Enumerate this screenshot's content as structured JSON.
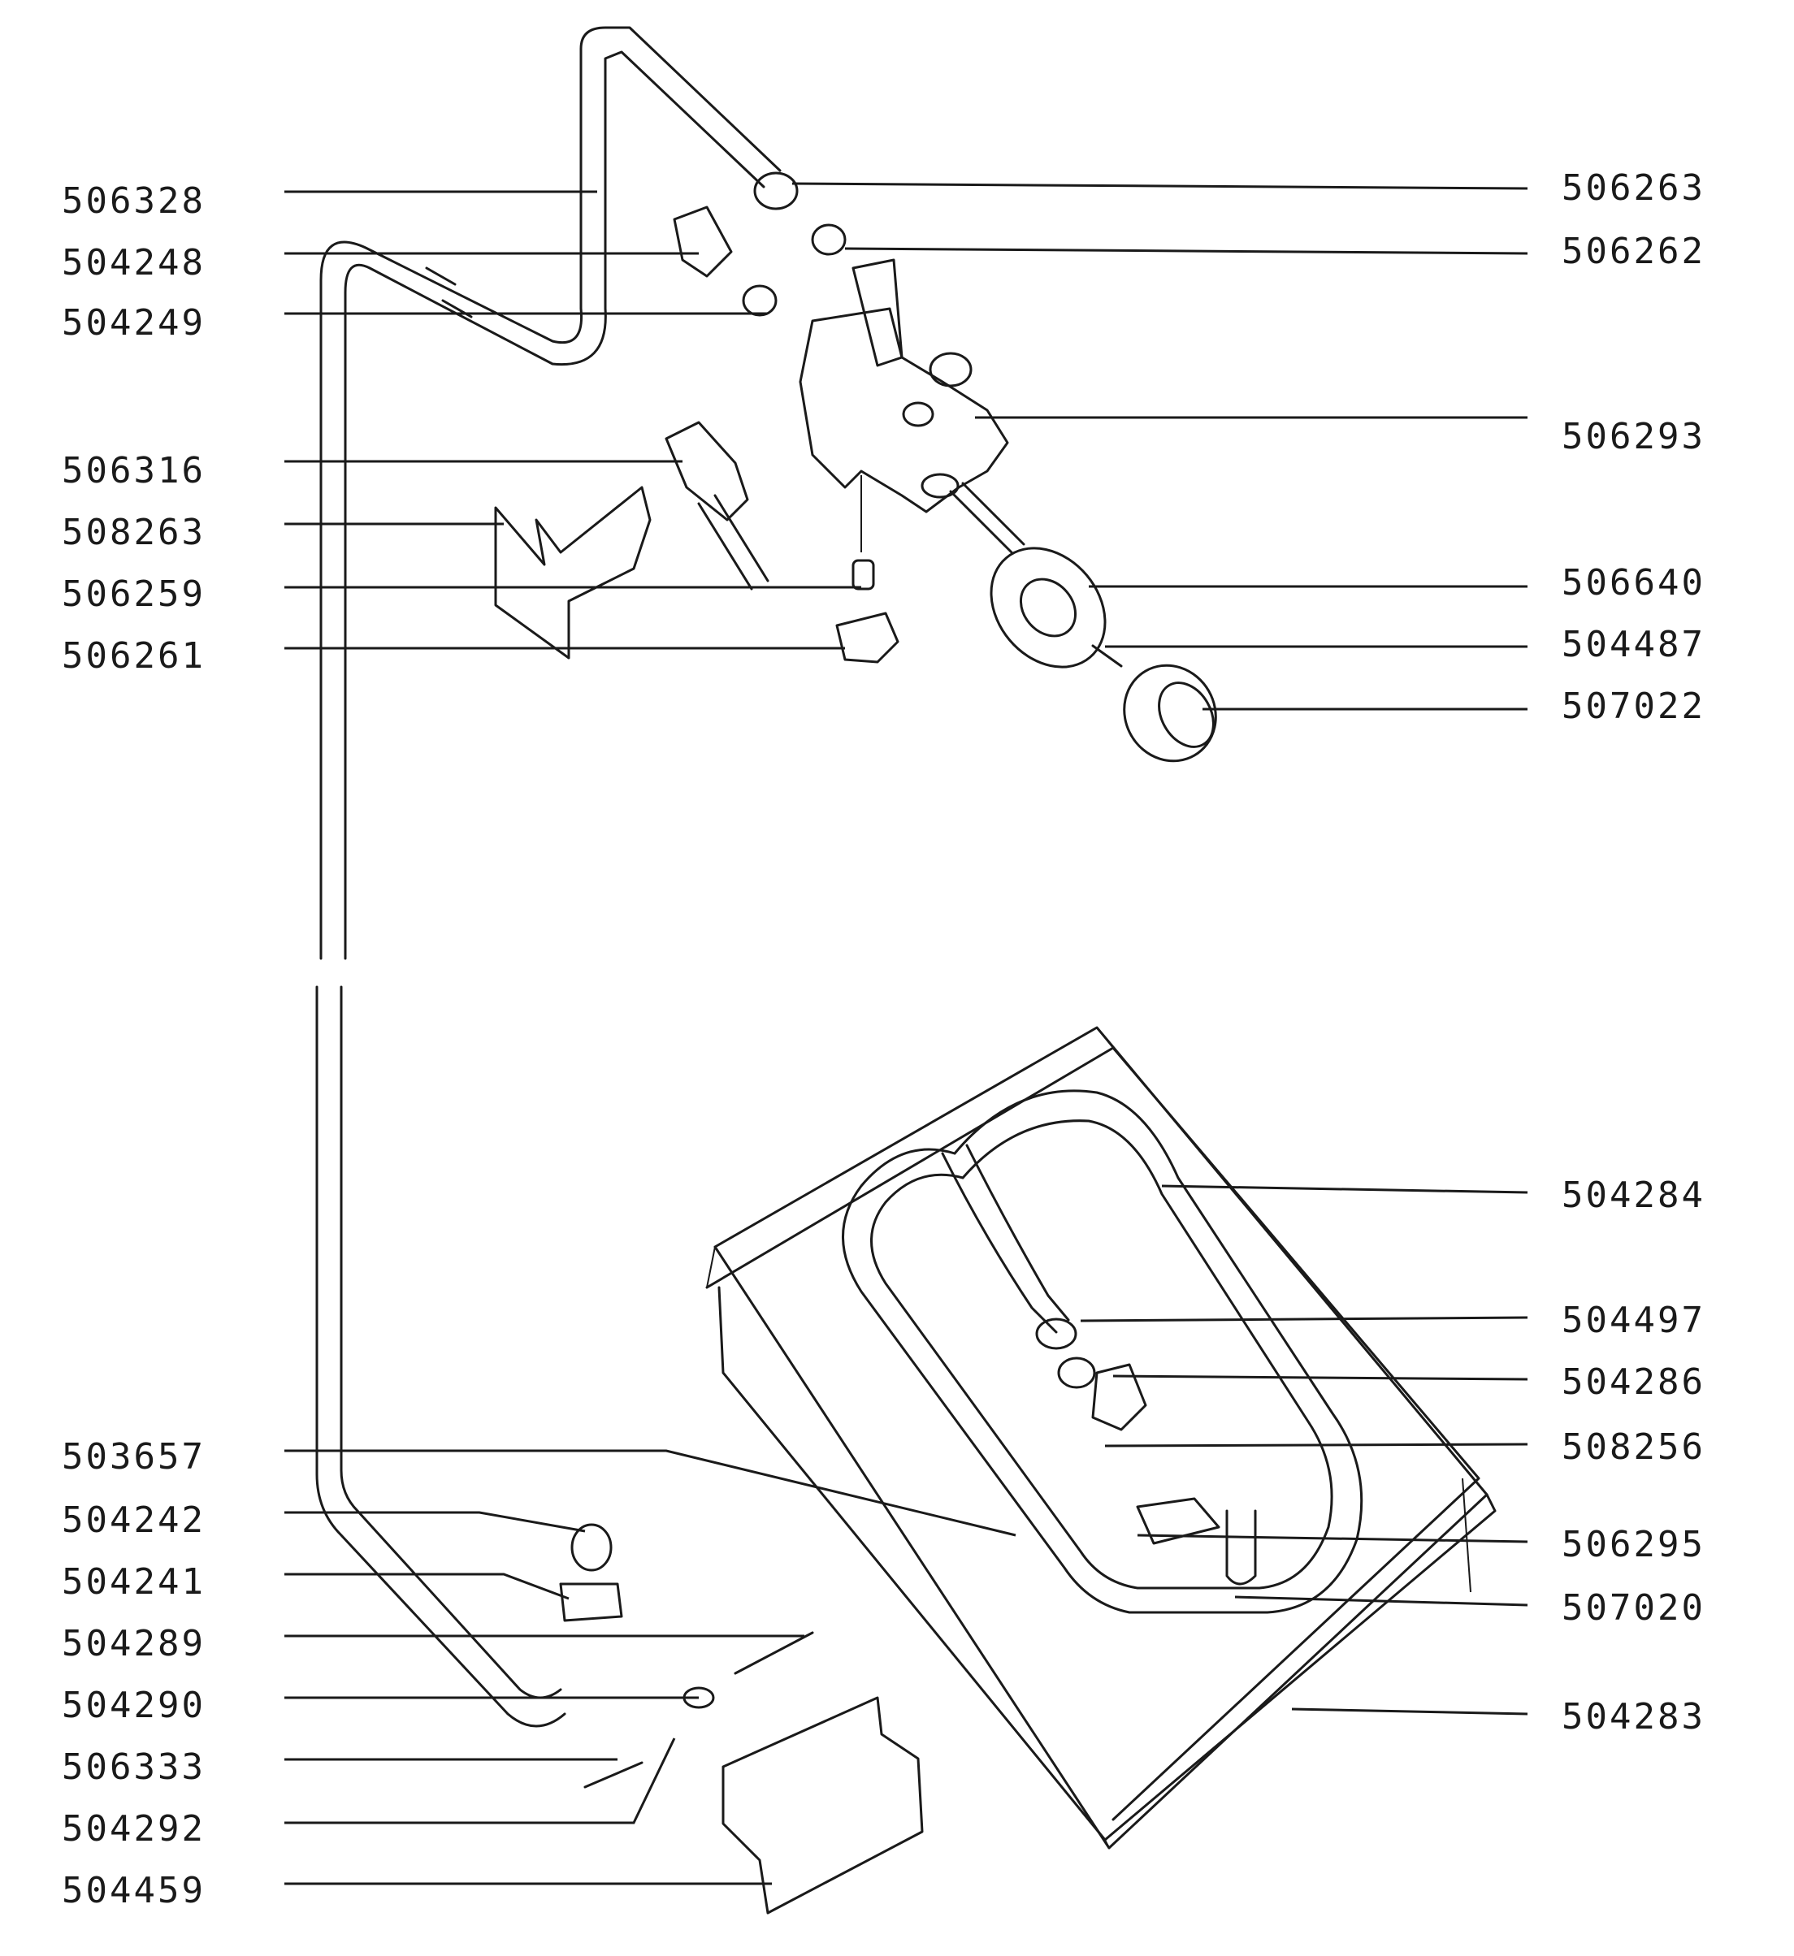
{
  "left_labels": [
    "506328",
    "504248",
    "504249",
    "506316",
    "508263",
    "506259",
    "506261",
    "503657",
    "504242",
    "504241",
    "504289",
    "504290",
    "506333",
    "504292",
    "504459"
  ],
  "right_labels": [
    "506263",
    "506262",
    "506293",
    "506640",
    "504487",
    "507022",
    "504284",
    "504497",
    "504286",
    "508256",
    "506295",
    "507020",
    "504283"
  ],
  "colors": {
    "ink": "#1a1a1a",
    "paper": "#ffffff"
  }
}
